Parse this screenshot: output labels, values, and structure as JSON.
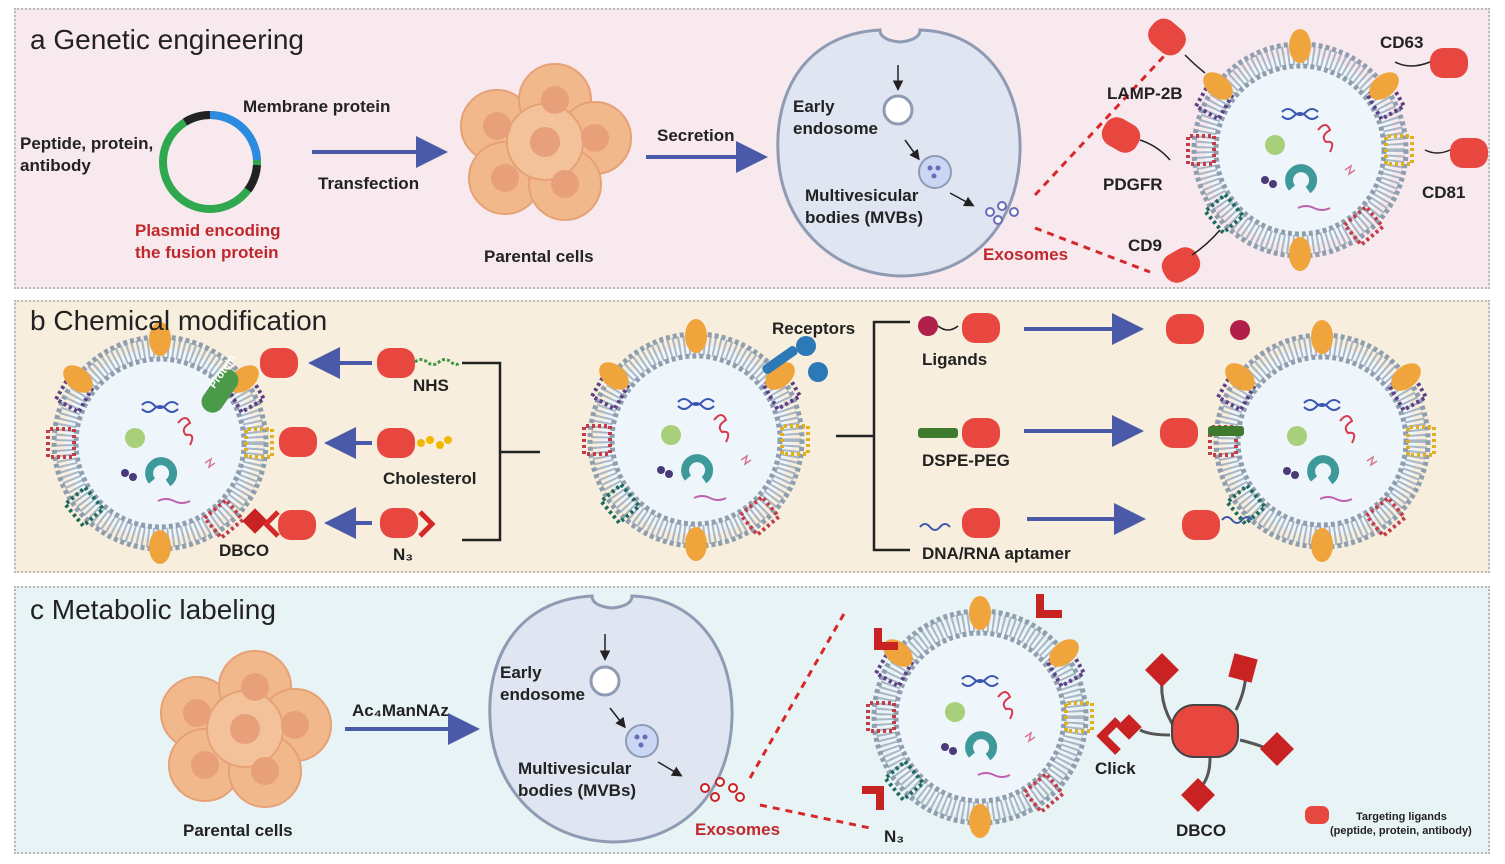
{
  "panels": {
    "a": {
      "title": "a Genetic engineering",
      "labels": {
        "membrane_protein": "Membrane protein",
        "peptide_protein": "Peptide, protein,",
        "antibody": "antibody",
        "plasmid_1": "Plasmid encoding",
        "plasmid_2": "the fusion protein",
        "transfection": "Transfection",
        "parental_cells": "Parental cells",
        "secretion": "Secretion",
        "early": "Early",
        "endosome": "endosome",
        "mvb_1": "Multivesicular",
        "mvb_2": "bodies (MVBs)",
        "exosomes": "Exosomes",
        "lamp2b": "LAMP-2B",
        "cd63": "CD63",
        "pdgfr": "PDGFR",
        "cd81": "CD81",
        "cd9": "CD9"
      }
    },
    "b": {
      "title": "b Chemical modification",
      "labels": {
        "nhs": "NHS",
        "cholesterol": "Cholesterol",
        "n3": "N₃",
        "dbco": "DBCO",
        "protein": "Protein",
        "receptors": "Receptors",
        "ligands": "Ligands",
        "dspe_peg": "DSPE-PEG",
        "aptamer": "DNA/RNA aptamer"
      }
    },
    "c": {
      "title": "c Metabolic labeling",
      "labels": {
        "parental_cells": "Parental cells",
        "ac4mannaz": "Ac₄ManNAz",
        "early": "Early",
        "endosome": "endosome",
        "mvb_1": "Multivesicular",
        "mvb_2": "bodies (MVBs)",
        "exosomes": "Exosomes",
        "n3": "N₃",
        "click": "Click",
        "dbco": "DBCO",
        "legend_1": "Targeting ligands",
        "legend_2": "(peptide, protein, antibody)"
      }
    }
  },
  "colors": {
    "ligand_red": "#e8473f",
    "arrow_blue": "#4b5aa8",
    "dashed_red": "#d62828",
    "membrane_gray": "#9aa7b5",
    "cell_orange": "#f1b88c",
    "text_red": "#c0282c"
  }
}
